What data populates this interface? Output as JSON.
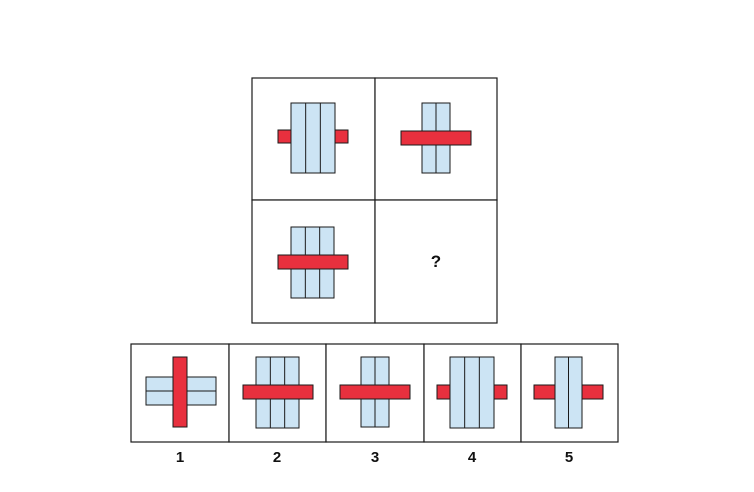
{
  "colors": {
    "bar": "#e8303e",
    "stripe": "#cce4f4",
    "outline": "#1a1a1a",
    "background": "#ffffff"
  },
  "matrix": {
    "missing_symbol": "?",
    "cells": [
      {
        "shape": "three-stripe-panel-with-short-bar-behind"
      },
      {
        "shape": "two-stripe-panel-with-long-bar-in-front"
      },
      {
        "shape": "three-stripe-panel-with-long-bar-in-front"
      },
      {
        "shape": "missing"
      }
    ]
  },
  "options": [
    {
      "label": "1",
      "shape": "horizontal-two-stripe-panel-with-vertical-bar-in-front"
    },
    {
      "label": "2",
      "shape": "three-stripe-panel-with-long-bar-in-front"
    },
    {
      "label": "3",
      "shape": "two-stripe-panel-with-long-bar-in-front"
    },
    {
      "label": "4",
      "shape": "three-stripe-panel-with-short-bar-behind"
    },
    {
      "label": "5",
      "shape": "two-stripe-panel-with-short-bar-behind"
    }
  ]
}
